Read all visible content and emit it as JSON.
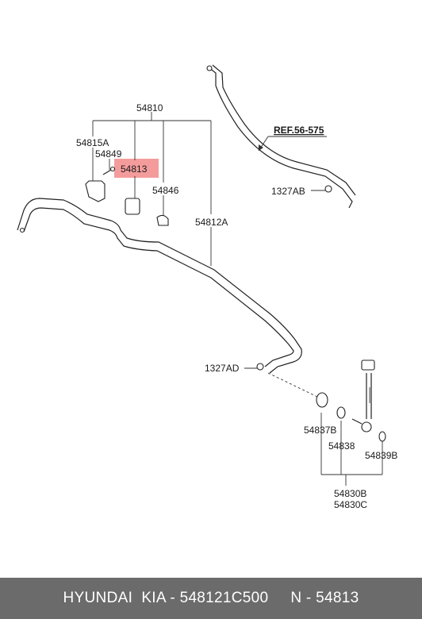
{
  "labels": {
    "main_assy": "54810",
    "bracket": "54815A",
    "bolt": "54849",
    "bushing_highlight": "54813",
    "clamp": "54846",
    "bar": "54812A",
    "ref": "REF.56-575",
    "nut_top": "1327AB",
    "nut_mid": "1327AD",
    "bush_a": "54837B",
    "bush_b": "54838",
    "bush_c": "54839B",
    "link_b": "54830B",
    "link_c": "54830C"
  },
  "footer": {
    "brand": "HYUNDAI  KIA - 548121C500",
    "part": "N - 54813"
  },
  "colors": {
    "highlight": "#f28b8b",
    "footer_bg": "#6b6b6b"
  }
}
